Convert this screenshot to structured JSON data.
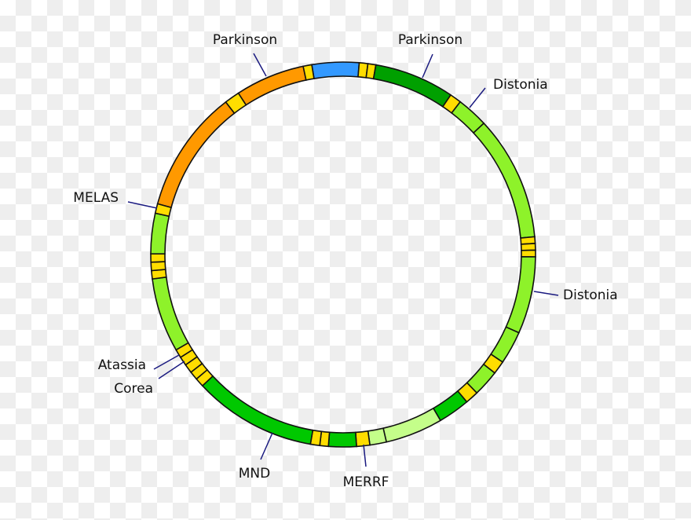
{
  "colors": {
    "orange": "#ff9900",
    "blue": "#3399ff",
    "yellow": "#ffdd00",
    "dark_green": "#00a000",
    "green": "#00c800",
    "light_green": "#8ef22a",
    "pale_green": "#c4fe8a",
    "outline": "#111111",
    "leader": "#1a1a80"
  },
  "labels": {
    "parkinson_left": "Parkinson",
    "parkinson_right": "Parkinson",
    "distonia_top": "Distonia",
    "melas": "MELAS",
    "distonia_right": "Distonia",
    "atassia": "Atassia",
    "corea": "Corea",
    "mnd": "MND",
    "merrf": "MERRF"
  }
}
